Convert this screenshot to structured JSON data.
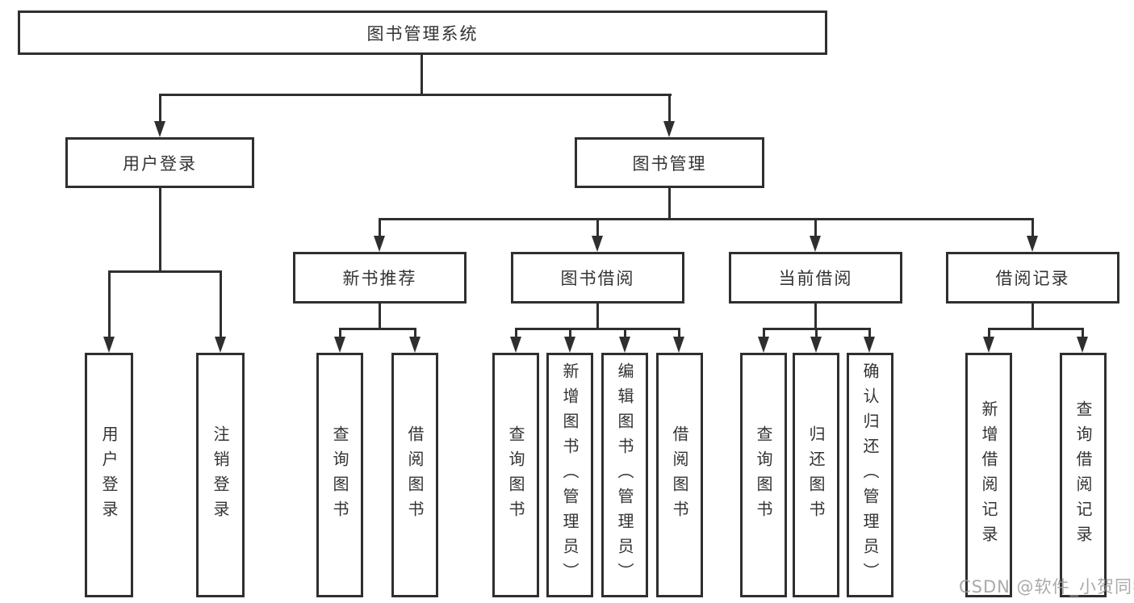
{
  "tree": {
    "root": "图书管理系统",
    "user_login": {
      "label": "用户登录",
      "children": [
        "用户登录",
        "注销登录"
      ]
    },
    "book_mgmt": {
      "label": "图书管理",
      "groups": [
        {
          "label": "新书推荐",
          "children": [
            "查询图书",
            "借阅图书"
          ]
        },
        {
          "label": "图书借阅",
          "children": [
            "查询图书",
            "新增图书（管理员）",
            "编辑图书（管理员）",
            "借阅图书"
          ]
        },
        {
          "label": "当前借阅",
          "children": [
            "查询图书",
            "归还图书",
            "确认归还（管理员）"
          ]
        },
        {
          "label": "借阅记录",
          "children": [
            "新增借阅记录",
            "查询借阅记录"
          ]
        }
      ]
    }
  },
  "watermark": {
    "text": "CSDN @软件_小贺同学"
  },
  "colors": {
    "line": "#2f2f2f",
    "text": "#333333",
    "watermark": "#9b9b9b",
    "background": "#ffffff"
  }
}
